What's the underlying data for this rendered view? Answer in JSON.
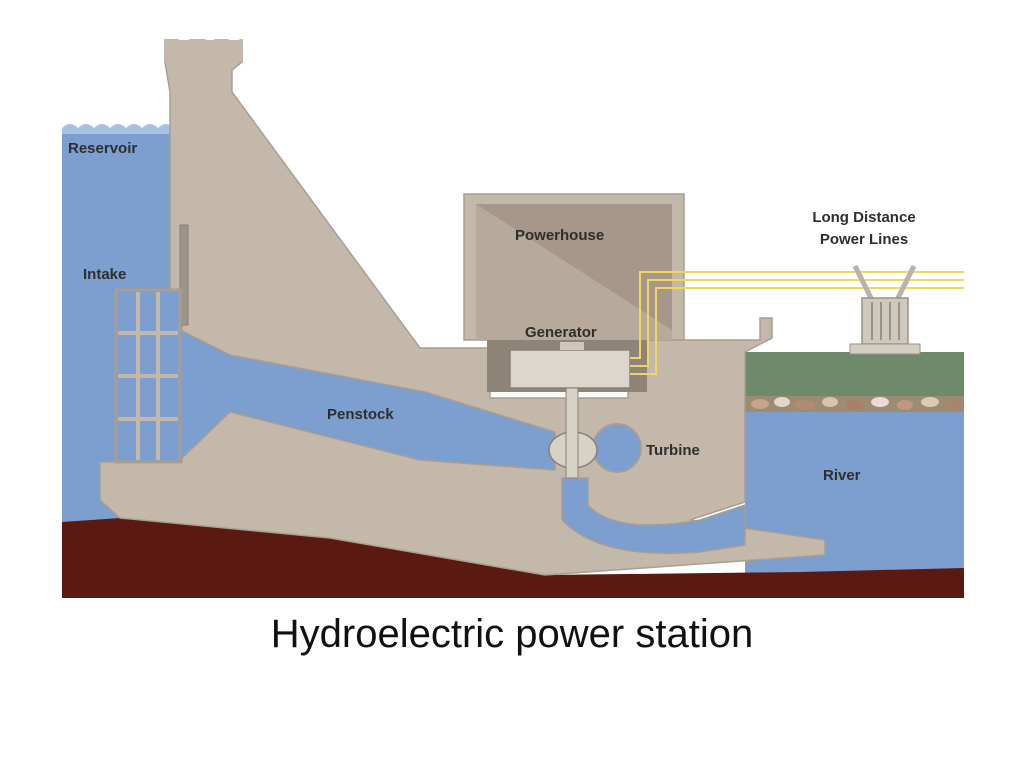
{
  "labels": {
    "reservoir": "Reservoir",
    "intake": "Intake",
    "powerhouse": "Powerhouse",
    "generator": "Generator",
    "penstock": "Penstock",
    "turbine": "Turbine",
    "river": "River",
    "power_lines_1": "Long Distance",
    "power_lines_2": "Power Lines"
  },
  "caption": "Hydroelectric power station",
  "colors": {
    "water": "#7d9fcf",
    "concrete": "#c3b8aa",
    "bedrock": "#5a1a12",
    "grass": "#6e8a6a",
    "power_lines": "#f0d860"
  }
}
